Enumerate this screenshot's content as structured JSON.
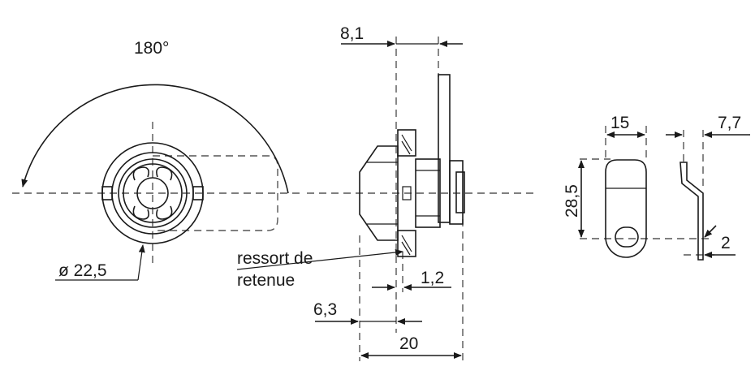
{
  "labels": {
    "angle": "180°",
    "diameter": "ø 22,5",
    "spring_line1": "ressort de",
    "spring_line2": "retenue",
    "dim_8_1": "8,1",
    "dim_1_2": "1,2",
    "dim_6_3": "6,3",
    "dim_20": "20",
    "dim_15": "15",
    "dim_7_7": "7,7",
    "dim_28_5": "28,5",
    "dim_2": "2"
  }
}
